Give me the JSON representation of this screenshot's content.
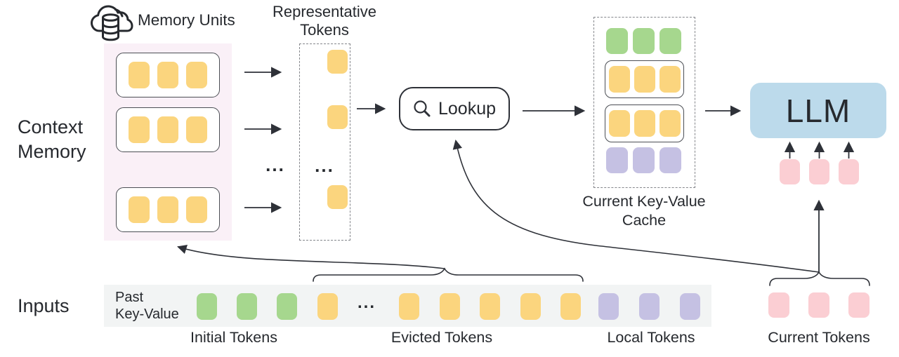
{
  "labels": {
    "context_memory": "Context\nMemory",
    "inputs": "Inputs",
    "memory_units": "Memory Units",
    "representative_tokens": "Representative\nTokens",
    "lookup": "Lookup",
    "current_kv_cache": "Current Key-Value\nCache",
    "llm": "LLM",
    "past_key_value": "Past\nKey-Value",
    "initial_tokens": "Initial Tokens",
    "evicted_tokens": "Evicted Tokens",
    "local_tokens": "Local Tokens",
    "current_tokens": "Current Tokens",
    "ellipsis": "..."
  },
  "colors": {
    "yellow": "#fbd57e",
    "green": "#a6d78e",
    "purple": "#c5c1e3",
    "pink": "#fbced3",
    "llm_blue": "#bcdaeb",
    "memory_panel_bg": "#faf0f7",
    "input_bar_bg": "#f2f4f4",
    "stroke": "#2e3138"
  },
  "memory": {
    "units": [
      {
        "count": 3,
        "color": "yellow"
      },
      {
        "count": 3,
        "color": "yellow"
      },
      {
        "count": 3,
        "color": "yellow"
      }
    ]
  },
  "representative": {
    "tokens": [
      {
        "count": 1,
        "color": "yellow"
      },
      {
        "count": 1,
        "color": "yellow"
      },
      {
        "count": 1,
        "color": "yellow"
      }
    ]
  },
  "cache": {
    "rows": [
      {
        "count": 3,
        "color": "green",
        "boxed": false
      },
      {
        "count": 3,
        "color": "yellow",
        "boxed": true
      },
      {
        "count": 3,
        "color": "yellow",
        "boxed": true
      },
      {
        "count": 3,
        "color": "purple",
        "boxed": false
      }
    ]
  },
  "input_bar": {
    "initial": {
      "count": 3,
      "color": "green"
    },
    "pre_ellipsis": {
      "count": 1,
      "color": "yellow"
    },
    "evicted": {
      "count": 5,
      "color": "yellow"
    },
    "local": {
      "count": 3,
      "color": "purple"
    }
  },
  "current_tokens_group": {
    "count": 3,
    "color": "pink"
  },
  "llm_input_tokens": {
    "count": 3,
    "color": "pink"
  }
}
